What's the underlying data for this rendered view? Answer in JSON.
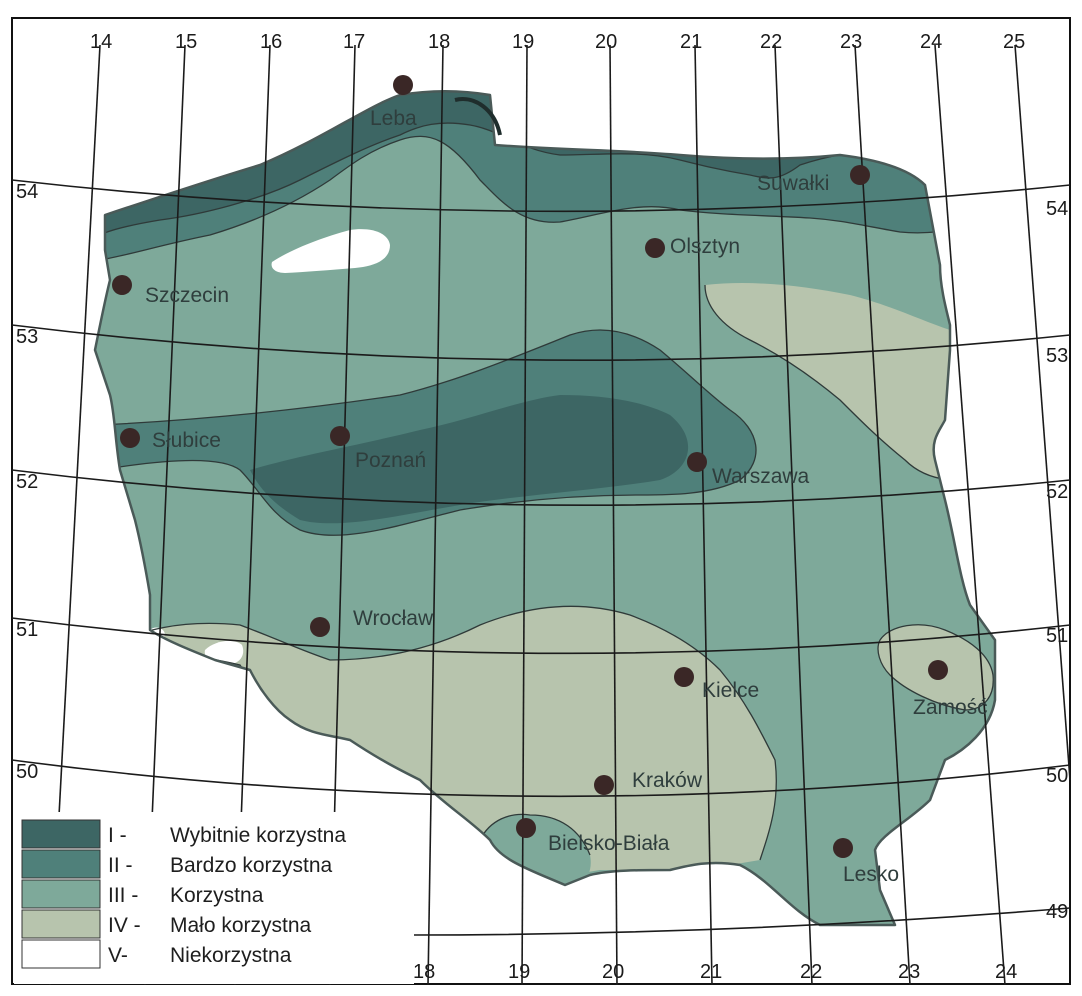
{
  "colors": {
    "zone_I": "#3d6664",
    "zone_II": "#4f807a",
    "zone_III": "#7ea99a",
    "zone_IV": "#b7c4ad",
    "zone_V": "#ffffff",
    "city_dot": "#3a2726"
  },
  "axes": {
    "lon_top": [
      "14",
      "15",
      "16",
      "17",
      "18",
      "19",
      "20",
      "21",
      "22",
      "23",
      "24",
      "25"
    ],
    "lon_bottom": [
      "18",
      "19",
      "20",
      "21",
      "22",
      "23",
      "24"
    ],
    "lat_left": [
      "54",
      "53",
      "52",
      "51",
      "50"
    ],
    "lat_right": [
      "54",
      "53",
      "52",
      "51",
      "50",
      "49"
    ]
  },
  "cities": [
    {
      "name": "Łeba",
      "label": "Leba"
    },
    {
      "name": "Suwałki",
      "label": "Suwałki"
    },
    {
      "name": "Olsztyn",
      "label": "Olsztyn"
    },
    {
      "name": "Szczecin",
      "label": "Szczecin"
    },
    {
      "name": "Słubice",
      "label": "Słubice"
    },
    {
      "name": "Poznań",
      "label": "Poznań"
    },
    {
      "name": "Warszawa",
      "label": "Warszawa"
    },
    {
      "name": "Wrocław",
      "label": "Wrocław"
    },
    {
      "name": "Kielce",
      "label": "Kielce"
    },
    {
      "name": "Zamość",
      "label": "Zamość"
    },
    {
      "name": "Kraków",
      "label": "Kraków"
    },
    {
      "name": "Bielsko-Biała",
      "label": "Bielsko-Biała"
    },
    {
      "name": "Lesko",
      "label": "Lesko"
    }
  ],
  "legend": [
    {
      "code": "I -",
      "label": "Wybitnie korzystna",
      "color": "#3d6664"
    },
    {
      "code": "II -",
      "label": "Bardzo korzystna",
      "color": "#4f807a"
    },
    {
      "code": "III -",
      "label": "Korzystna",
      "color": "#7ea99a"
    },
    {
      "code": "IV -",
      "label": "Mało korzystna",
      "color": "#b7c4ad"
    },
    {
      "code": "V-",
      "label": "Niekorzystna",
      "color": "#ffffff"
    }
  ]
}
